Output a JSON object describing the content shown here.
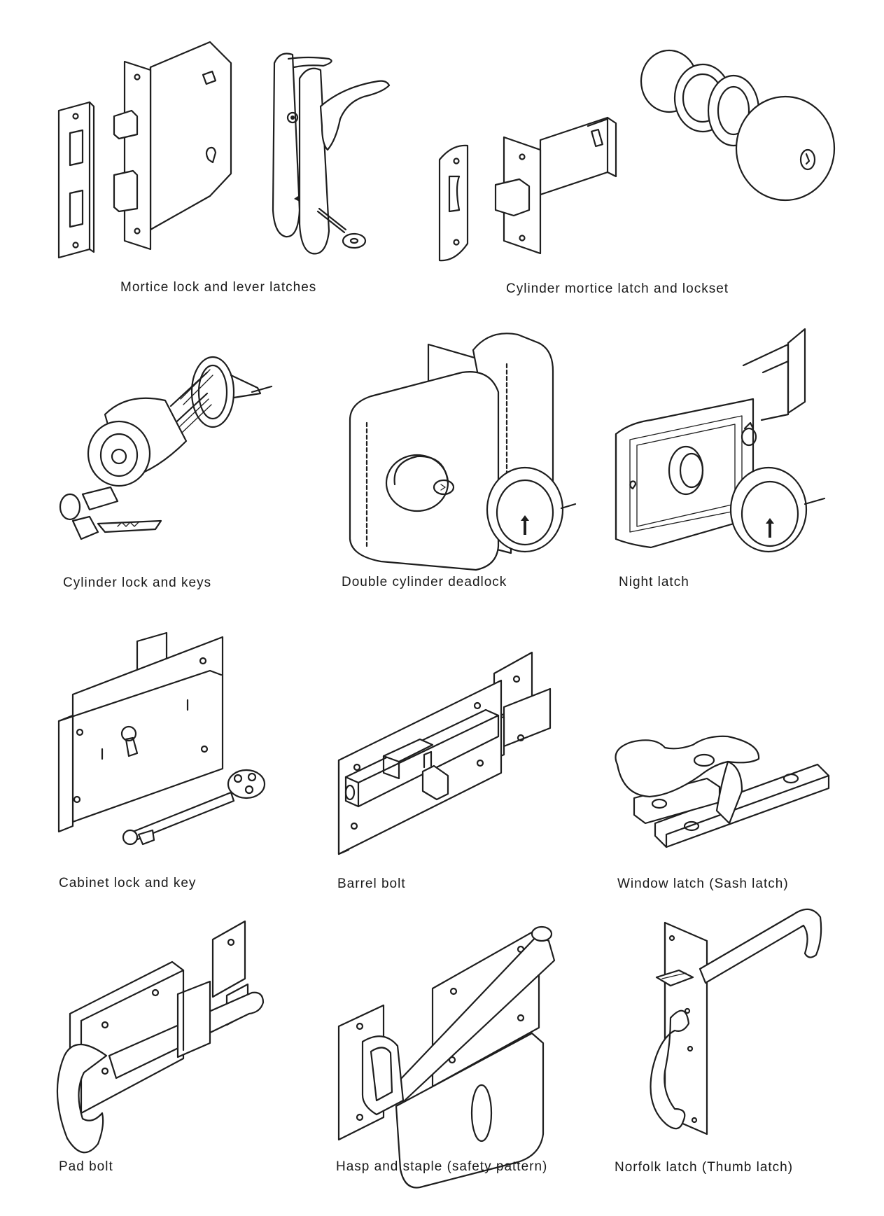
{
  "page": {
    "background": "#ffffff",
    "ink": "#1e1e1e"
  },
  "items": [
    {
      "id": "mortice-lock",
      "caption": "Mortice lock and lever latches"
    },
    {
      "id": "cylinder-mortice-latch",
      "caption": "Cylinder mortice latch and lockset"
    },
    {
      "id": "cylinder-lock",
      "caption": "Cylinder lock and keys"
    },
    {
      "id": "double-cylinder-deadlock",
      "caption": "Double cylinder deadlock"
    },
    {
      "id": "night-latch",
      "caption": "Night latch"
    },
    {
      "id": "cabinet-lock",
      "caption": "Cabinet lock and key"
    },
    {
      "id": "barrel-bolt",
      "caption": "Barrel bolt"
    },
    {
      "id": "window-latch",
      "caption": "Window latch (Sash latch)"
    },
    {
      "id": "pad-bolt",
      "caption": "Pad bolt"
    },
    {
      "id": "hasp-staple",
      "caption": "Hasp and staple (safety pattern)"
    },
    {
      "id": "norfolk-latch",
      "caption": "Norfolk latch (Thumb latch)"
    }
  ]
}
